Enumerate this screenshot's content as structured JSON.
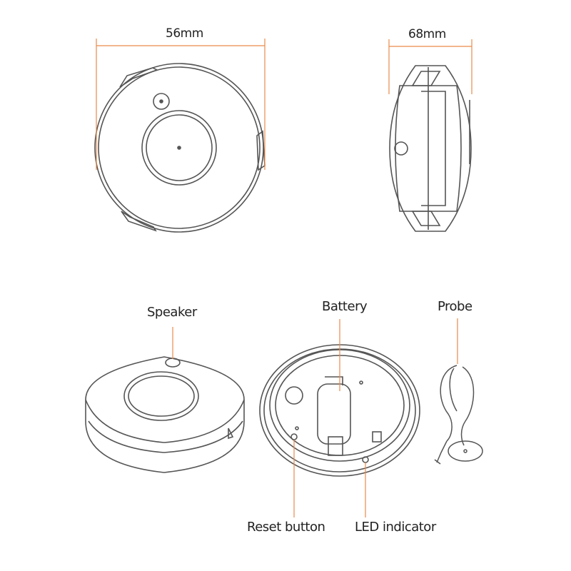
{
  "dimensions": {
    "width": "56mm",
    "depth": "68mm"
  },
  "labels": {
    "speaker": "Speaker",
    "battery": "Battery",
    "probe": "Probe",
    "reset_button": "Reset button",
    "led_indicator": "LED indicator"
  },
  "colors": {
    "outline": "#555555",
    "dimension_line": "#ea8a4a",
    "callout_line": "#ea8a4a",
    "text": "#222222",
    "background": "#ffffff"
  }
}
